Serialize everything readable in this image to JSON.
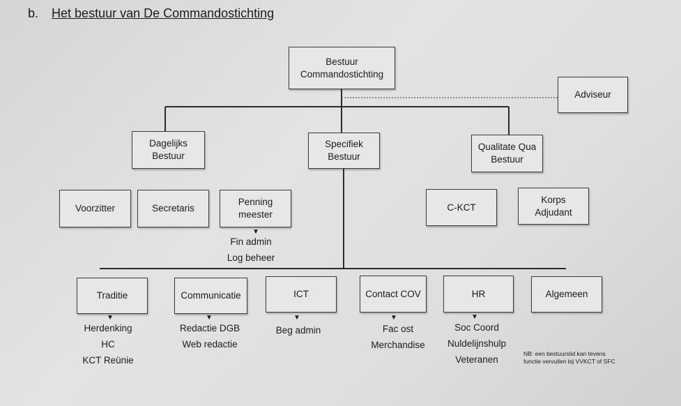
{
  "heading": {
    "number": "b.",
    "title": "Het bestuur van De Commandostichting"
  },
  "boxes": {
    "bestuur": [
      "Bestuur",
      "Commandostichting"
    ],
    "adviseur": [
      "Adviseur"
    ],
    "dagelijks": [
      "Dagelijks",
      "Bestuur"
    ],
    "specifiek": [
      "Specifiek",
      "Bestuur"
    ],
    "qualitate": [
      "Qualitate Qua",
      "Bestuur"
    ],
    "voorzitter": [
      "Voorzitter"
    ],
    "secretaris": [
      "Secretaris"
    ],
    "penning": [
      "Penning",
      "meester"
    ],
    "ckct": [
      "C-KCT"
    ],
    "korps": [
      "Korps",
      "Adjudant"
    ],
    "traditie": [
      "Traditie"
    ],
    "communicatie": [
      "Communicatie"
    ],
    "ict": [
      "ICT"
    ],
    "contact": [
      "Contact COV"
    ],
    "hr": [
      "HR"
    ],
    "algemeen": [
      "Algemeen"
    ]
  },
  "tasks": {
    "penning": [
      "Fin admin",
      "Log beheer"
    ],
    "traditie": [
      "Herdenking",
      "HC",
      "KCT Reünie"
    ],
    "communicatie": [
      "Redactie DGB",
      "Web redactie"
    ],
    "ict": [
      "Beg admin"
    ],
    "contact": [
      "Fac ost",
      "Merchandise"
    ],
    "hr": [
      "Soc Coord",
      "Nuldelijnshulp",
      "Veteranen"
    ]
  },
  "note": [
    "NB: een bestuurslid kan tevens",
    "functie vervullen bij VVKCT of SFC"
  ]
}
